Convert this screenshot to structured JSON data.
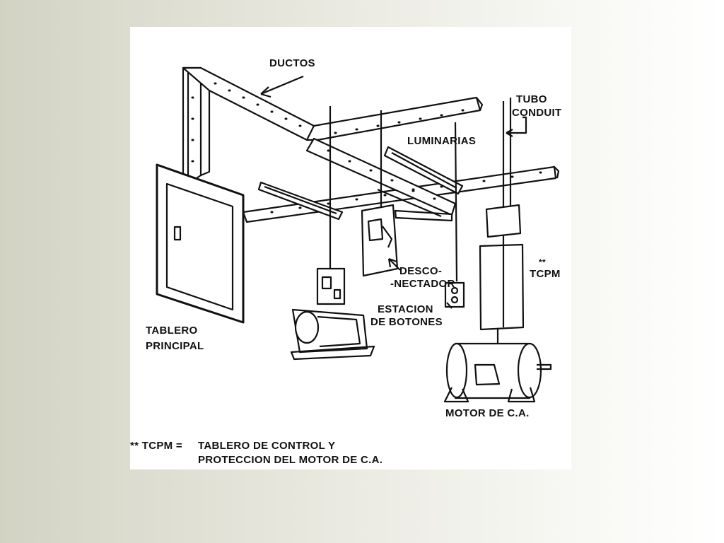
{
  "diagram": {
    "labels": {
      "ductos": "DUCTOS",
      "tubo": "TUBO",
      "conduit": "CONDUIT",
      "luminarias": "LUMINARIAS",
      "tcpm_mark": "**",
      "tcpm": "TCPM",
      "desco": "DESCO-",
      "nectador": "-NECTADOR",
      "estacion": "ESTACION",
      "de_botones": "DE BOTONES",
      "tablero": "TABLERO",
      "principal": "PRINCIPAL",
      "motor": "MOTOR DE C.A."
    },
    "footnote": {
      "marker": "** TCPM =",
      "line1": "TABLERO DE CONTROL Y",
      "line2": "PROTECCION DEL MOTOR DE C.A."
    }
  }
}
